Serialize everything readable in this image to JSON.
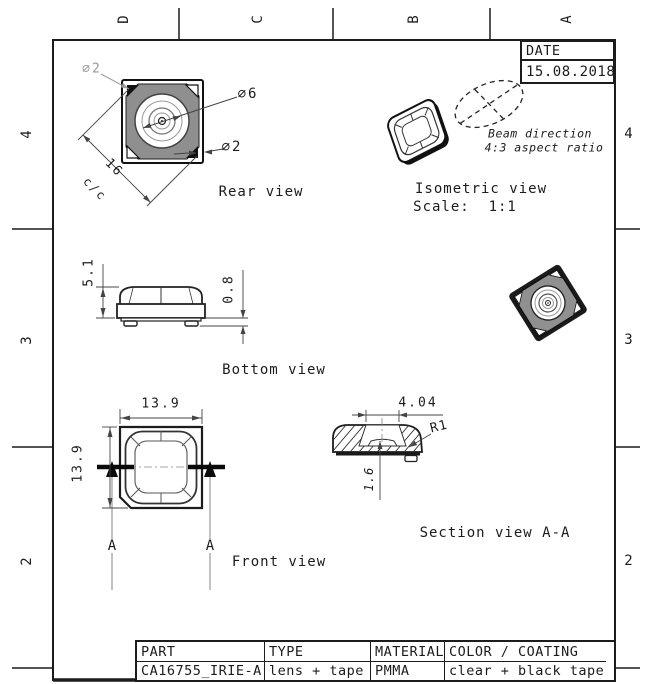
{
  "drawing": {
    "date": {
      "label": "DATE",
      "value": "15.08.2018"
    },
    "ruler": {
      "top": [
        "D",
        "C",
        "B",
        "A"
      ],
      "side": [
        "4",
        "3",
        "2"
      ]
    },
    "views": {
      "rear": {
        "title": "Rear view",
        "dim_corner_top": "⌀2",
        "dim_lens": "⌀6",
        "dim_corner_bottom": "⌀2",
        "dim_pitch": "16",
        "dim_pitch_note": "c/c"
      },
      "isometric": {
        "title": "Isometric view",
        "scale": "Scale:  1:1",
        "beam_note_line1": "Beam direction",
        "beam_note_line2": "4:3 aspect ratio"
      },
      "bottom": {
        "title": "Bottom view",
        "dim_height": "5.1",
        "dim_foot": "0.8"
      },
      "front": {
        "title": "Front view",
        "dim_width": "13.9",
        "dim_height": "13.9",
        "section_marker": "A"
      },
      "section": {
        "title": "Section view A-A",
        "dim_recess": "4.04",
        "dim_radius": "R1",
        "dim_depth": "1.6"
      }
    },
    "title_block": {
      "headers": [
        "PART",
        "TYPE",
        "MATERIAL",
        "COLOR / COATING"
      ],
      "values": [
        "CA16755_IRIE-A",
        "lens + tape",
        "PMMA",
        "clear + black tape"
      ]
    },
    "colors": {
      "ink": "#1c1c1c",
      "part_gray": "#8f8f8f",
      "dim_gray": "#9a9a9a"
    }
  }
}
